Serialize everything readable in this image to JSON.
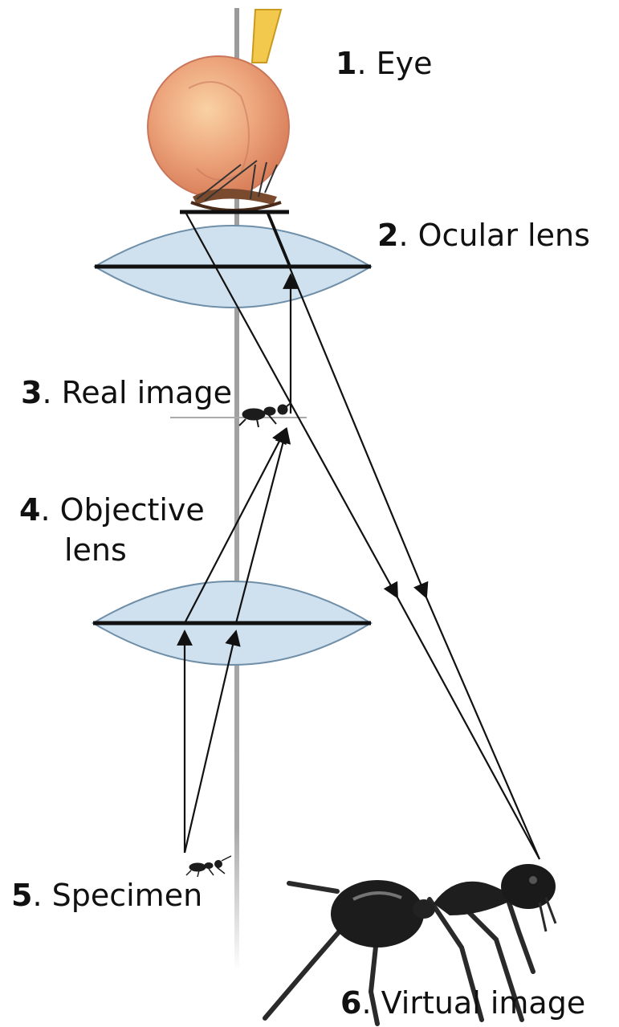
{
  "labels": {
    "eye": {
      "number": "1",
      "text": ". Eye"
    },
    "ocular": {
      "number": "2",
      "text": ". Ocular lens"
    },
    "real": {
      "number": "3",
      "text": ". Real image"
    },
    "objective": {
      "number": "4",
      "text": ". Objective",
      "text2": "lens"
    },
    "specimen": {
      "number": "5",
      "text": ". Specimen"
    },
    "virtual": {
      "number": "6",
      "text": ". Virtual image"
    }
  },
  "colors": {
    "lens_fill": "#cfe0ee",
    "lens_stroke": "#6f8fa8",
    "axis": "#9a9a9a",
    "ray": "#111111",
    "eye_outer": "#e7a27a",
    "eye_inner": "#f6c48f",
    "optic_nerve": "#f2c94c",
    "ant": "#1c1c1c"
  }
}
